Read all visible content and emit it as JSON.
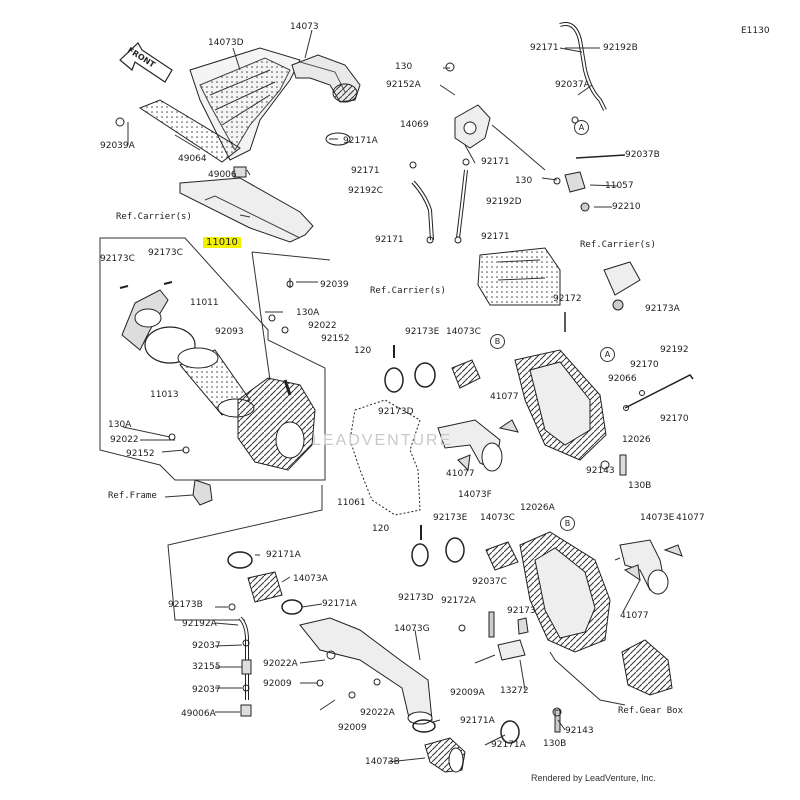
{
  "diagram": {
    "code": "E1130",
    "front_label": "FRONT",
    "credit": "Rendered by LeadVenture, Inc.",
    "watermark": "LEADVENTURE",
    "ref_carrier": "Ref.Carrier(s)",
    "ref_frame": "Ref.Frame",
    "ref_gearbox": "Ref.Gear Box",
    "callout_a": "A",
    "callout_b": "B",
    "highlight_color": "#f2f200"
  },
  "parts": {
    "p14073D": "14073D",
    "p14073": "14073",
    "p92039A": "92039A",
    "p49064": "49064",
    "p49006": "49006",
    "p92171A": "92171A",
    "p11010": "11010",
    "p92173C": "92173C",
    "p11011": "11011",
    "p92093": "92093",
    "p11013": "11013",
    "p130A": "130A",
    "p92022": "92022",
    "p92152": "92152",
    "p92039": "92039",
    "p92171": "92171",
    "p92192B": "92192B",
    "p130": "130",
    "p92152A": "92152A",
    "p92037A": "92037A",
    "p14069": "14069",
    "p92192C": "92192C",
    "p92192D": "92192D",
    "p92037B": "92037B",
    "p11057": "11057",
    "p92210": "92210",
    "p92173A": "92173A",
    "p92172": "92172",
    "p120": "120",
    "p92173E": "92173E",
    "p14073C": "14073C",
    "p92192": "92192",
    "p92170": "92170",
    "p92066": "92066",
    "p92173D": "92173D",
    "p41077": "41077",
    "p12026": "12026",
    "p92143": "92143",
    "p130B": "130B",
    "p14073F": "14073F",
    "p11061": "11061",
    "p12026A": "12026A",
    "p14073E": "14073E",
    "p92037C": "92037C",
    "p92173B": "92173B",
    "p14073A": "14073A",
    "p92192A": "92192A",
    "p92037": "92037",
    "p32155": "32155",
    "p92022A": "92022A",
    "p92009": "92009",
    "p49006A": "49006A",
    "p14073G": "14073G",
    "p92172A": "92172A",
    "p92173": "92173",
    "p92009A": "92009A",
    "p13272": "13272",
    "p14073B": "14073B"
  }
}
